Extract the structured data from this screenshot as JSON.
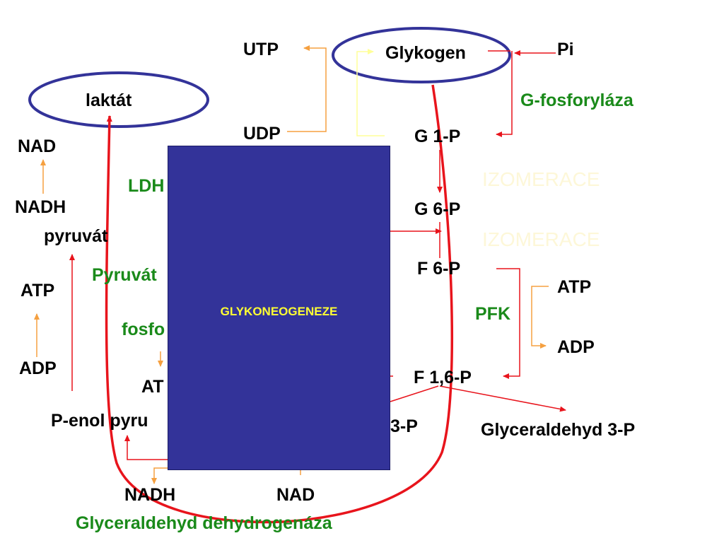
{
  "labels": {
    "utp": "UTP",
    "glykogen": "Glykogen",
    "pi": "Pi",
    "laktat": "laktát",
    "g_fosforylaza": "G-fosforyláza",
    "udp": "UDP",
    "g1p": "G 1-P",
    "nad_top": "NAD",
    "ldh": "LDH",
    "izomerace_1": "IZOMERACE",
    "nadh_left": "NADH",
    "g6p": "G 6-P",
    "pyruvat": "pyruvát",
    "izomerace_2": "IZOMERACE",
    "f6p": "F 6-P",
    "pyruvat_kinaza": "Pyruvát",
    "atp_left": "ATP",
    "atp_right": "ATP",
    "pfk": "PFK",
    "fosfo": "fosfo",
    "adp_right": "ADP",
    "adp_left": "ADP",
    "f16p": "F 1,6-P",
    "atp_mid": "AT",
    "p_enol": "P-enol  pyru",
    "p3": "3-P",
    "glyceraldehyd_3p": "Glyceraldehyd 3-P",
    "nadh_bottom": "NADH",
    "nad_bottom": "NAD",
    "gapdh": "Glyceraldehyd dehydrogenáza"
  },
  "overlay_box": {
    "title": "GLYKONEOGENEZE"
  },
  "colors": {
    "box_fill": "#333399",
    "box_title": "#ffff33",
    "ellipse_stroke": "#333399",
    "red_arrow": "#e8141c",
    "orange_arrow": "#f5a040",
    "yellow_arrow": "#ffff99",
    "green_text": "#1a8a1a",
    "faint_text": "#fdf7d8"
  }
}
